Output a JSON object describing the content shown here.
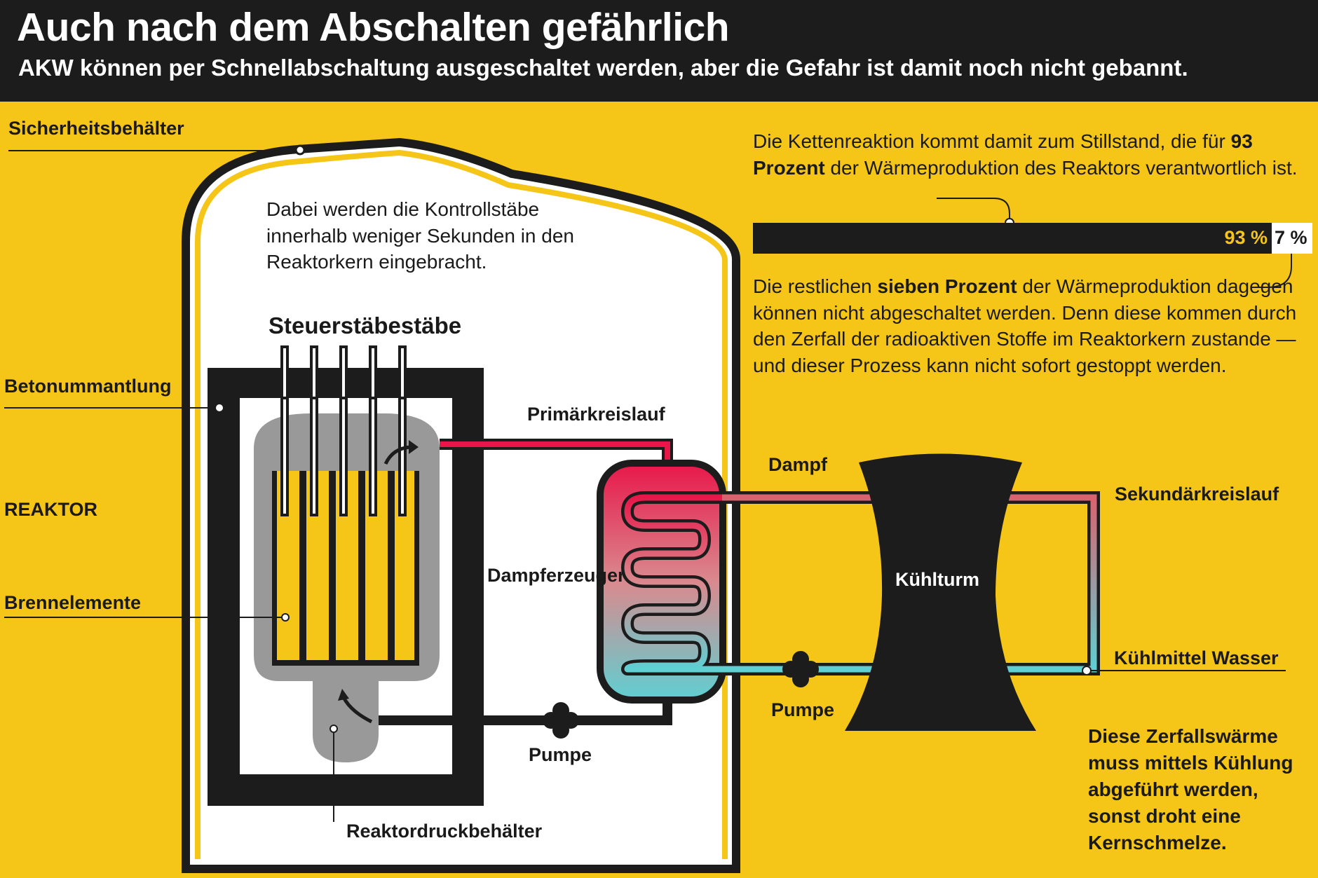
{
  "header": {
    "title": "Auch nach dem Abschalten gefährlich",
    "subtitle": "AKW können per Schnellabschaltung ausgeschaltet werden, aber die Gefahr ist damit noch nicht gebannt."
  },
  "labels": {
    "sicherheitsbehaelter": "Sicherheitsbehälter",
    "betonummantlung": "Betonummantlung",
    "reaktor": "REAKTOR",
    "brennelemente": "Brennelemente",
    "steuerstaebe": "Steuerstäbestäbe",
    "primaerkreislauf": "Primärkreislauf",
    "dampferzeuger": "Dampferzeuger",
    "pumpe_primaer": "Pumpe",
    "reaktordruckbehaelter": "Reaktordruckbehälter",
    "dampf": "Dampf",
    "sekundaerkreislauf": "Sekundärkreislauf",
    "kuehlturm": "Kühlturm",
    "kuehlmittel": "Kühlmittel Wasser",
    "pumpe_sekundaer": "Pumpe"
  },
  "texts": {
    "kontrollstaebe": "Dabei werden die Kontrollstäbe innerhalb weniger Sekunden in den Reaktorkern eingebracht.",
    "ketten_pre": "Die Kettenreaktion kommt damit zum Stillstand, die für",
    "ketten_bold": "93 Prozent",
    "ketten_post": "der Wärmeproduktion des Reaktors verantwortlich ist.",
    "rest_pre": "Die restlichen",
    "rest_bold": "sieben Prozent",
    "rest_post": "der Wärmeproduktion dagegen können nicht abgeschaltet werden. Denn diese kommen durch den Zerfall der radioaktiven Stoffe im Reaktorkern zustande — und dieser Prozess kann nicht sofort gestoppt werden.",
    "final": "Diese Zerfallswärme muss mittels Kühlung abgeführt werden, sonst droht eine Kernschmelze."
  },
  "heat_share": {
    "shutdown_percent": 93,
    "remaining_percent": 7,
    "shutdown_label": "93 %",
    "remaining_label": "7 %"
  },
  "colors": {
    "background": "#f5c517",
    "dark": "#1c1c1c",
    "hot": "#e8174a",
    "cold": "#5fcfd2",
    "vessel_grey": "#999999",
    "fuel_yellow": "#f5c517"
  }
}
